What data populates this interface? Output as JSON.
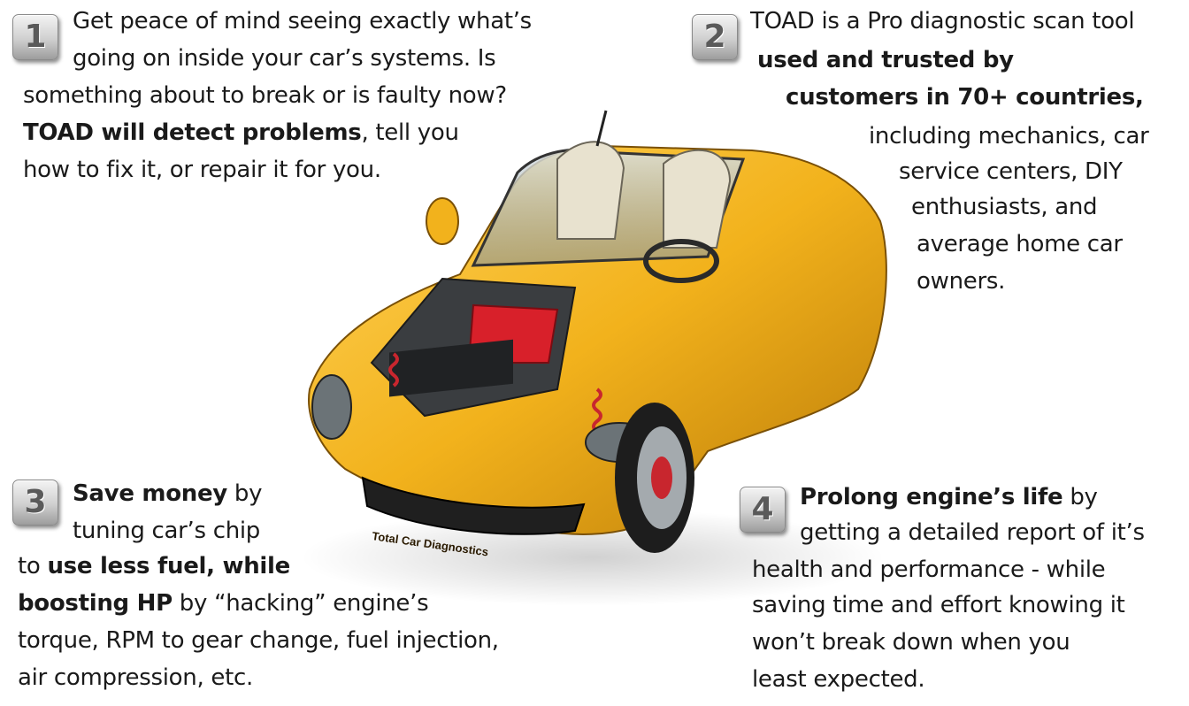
{
  "car_caption": "Total Car Diagnostics",
  "sections": {
    "s1": {
      "number": "1",
      "l1": "Get peace of mind seeing exactly what’s",
      "l2": "going on inside your car’s systems. Is",
      "l3": "something about to break or is faulty now?",
      "l4_bold": "TOAD will detect problems",
      "l4_rest": ", tell you",
      "l5": "how to fix it, or repair it for you."
    },
    "s2": {
      "number": "2",
      "l1": "TOAD is a Pro diagnostic scan tool",
      "l2_bold": "used and trusted by",
      "l3_bold": "customers in 70+ countries,",
      "l4": "including mechanics, car",
      "l5": "service centers, DIY",
      "l6": "enthusiasts, and",
      "l7": "average home car",
      "l8": "owners."
    },
    "s3": {
      "number": "3",
      "l1_bold": "Save money",
      "l1_rest": " by",
      "l2": "tuning car’s chip",
      "l3_pre": "to ",
      "l3_bold": "use less fuel, while",
      "l4_bold": "boosting HP",
      "l4_rest": " by “hacking” engine’s",
      "l5": "torque, RPM to gear change, fuel injection,",
      "l6": "air compression, etc."
    },
    "s4": {
      "number": "4",
      "l1_bold": "Prolong engine’s life",
      "l1_rest": " by",
      "l2": "getting a detailed report of it’s",
      "l3": "health and performance - while",
      "l4": "saving time and effort knowing it",
      "l5": "won’t break down when you",
      "l6": "least expected."
    }
  },
  "colors": {
    "car_body": "#f2b21c",
    "car_shade": "#c98a0c",
    "engine_cover": "#d8202a",
    "text": "#1a1a1a"
  }
}
